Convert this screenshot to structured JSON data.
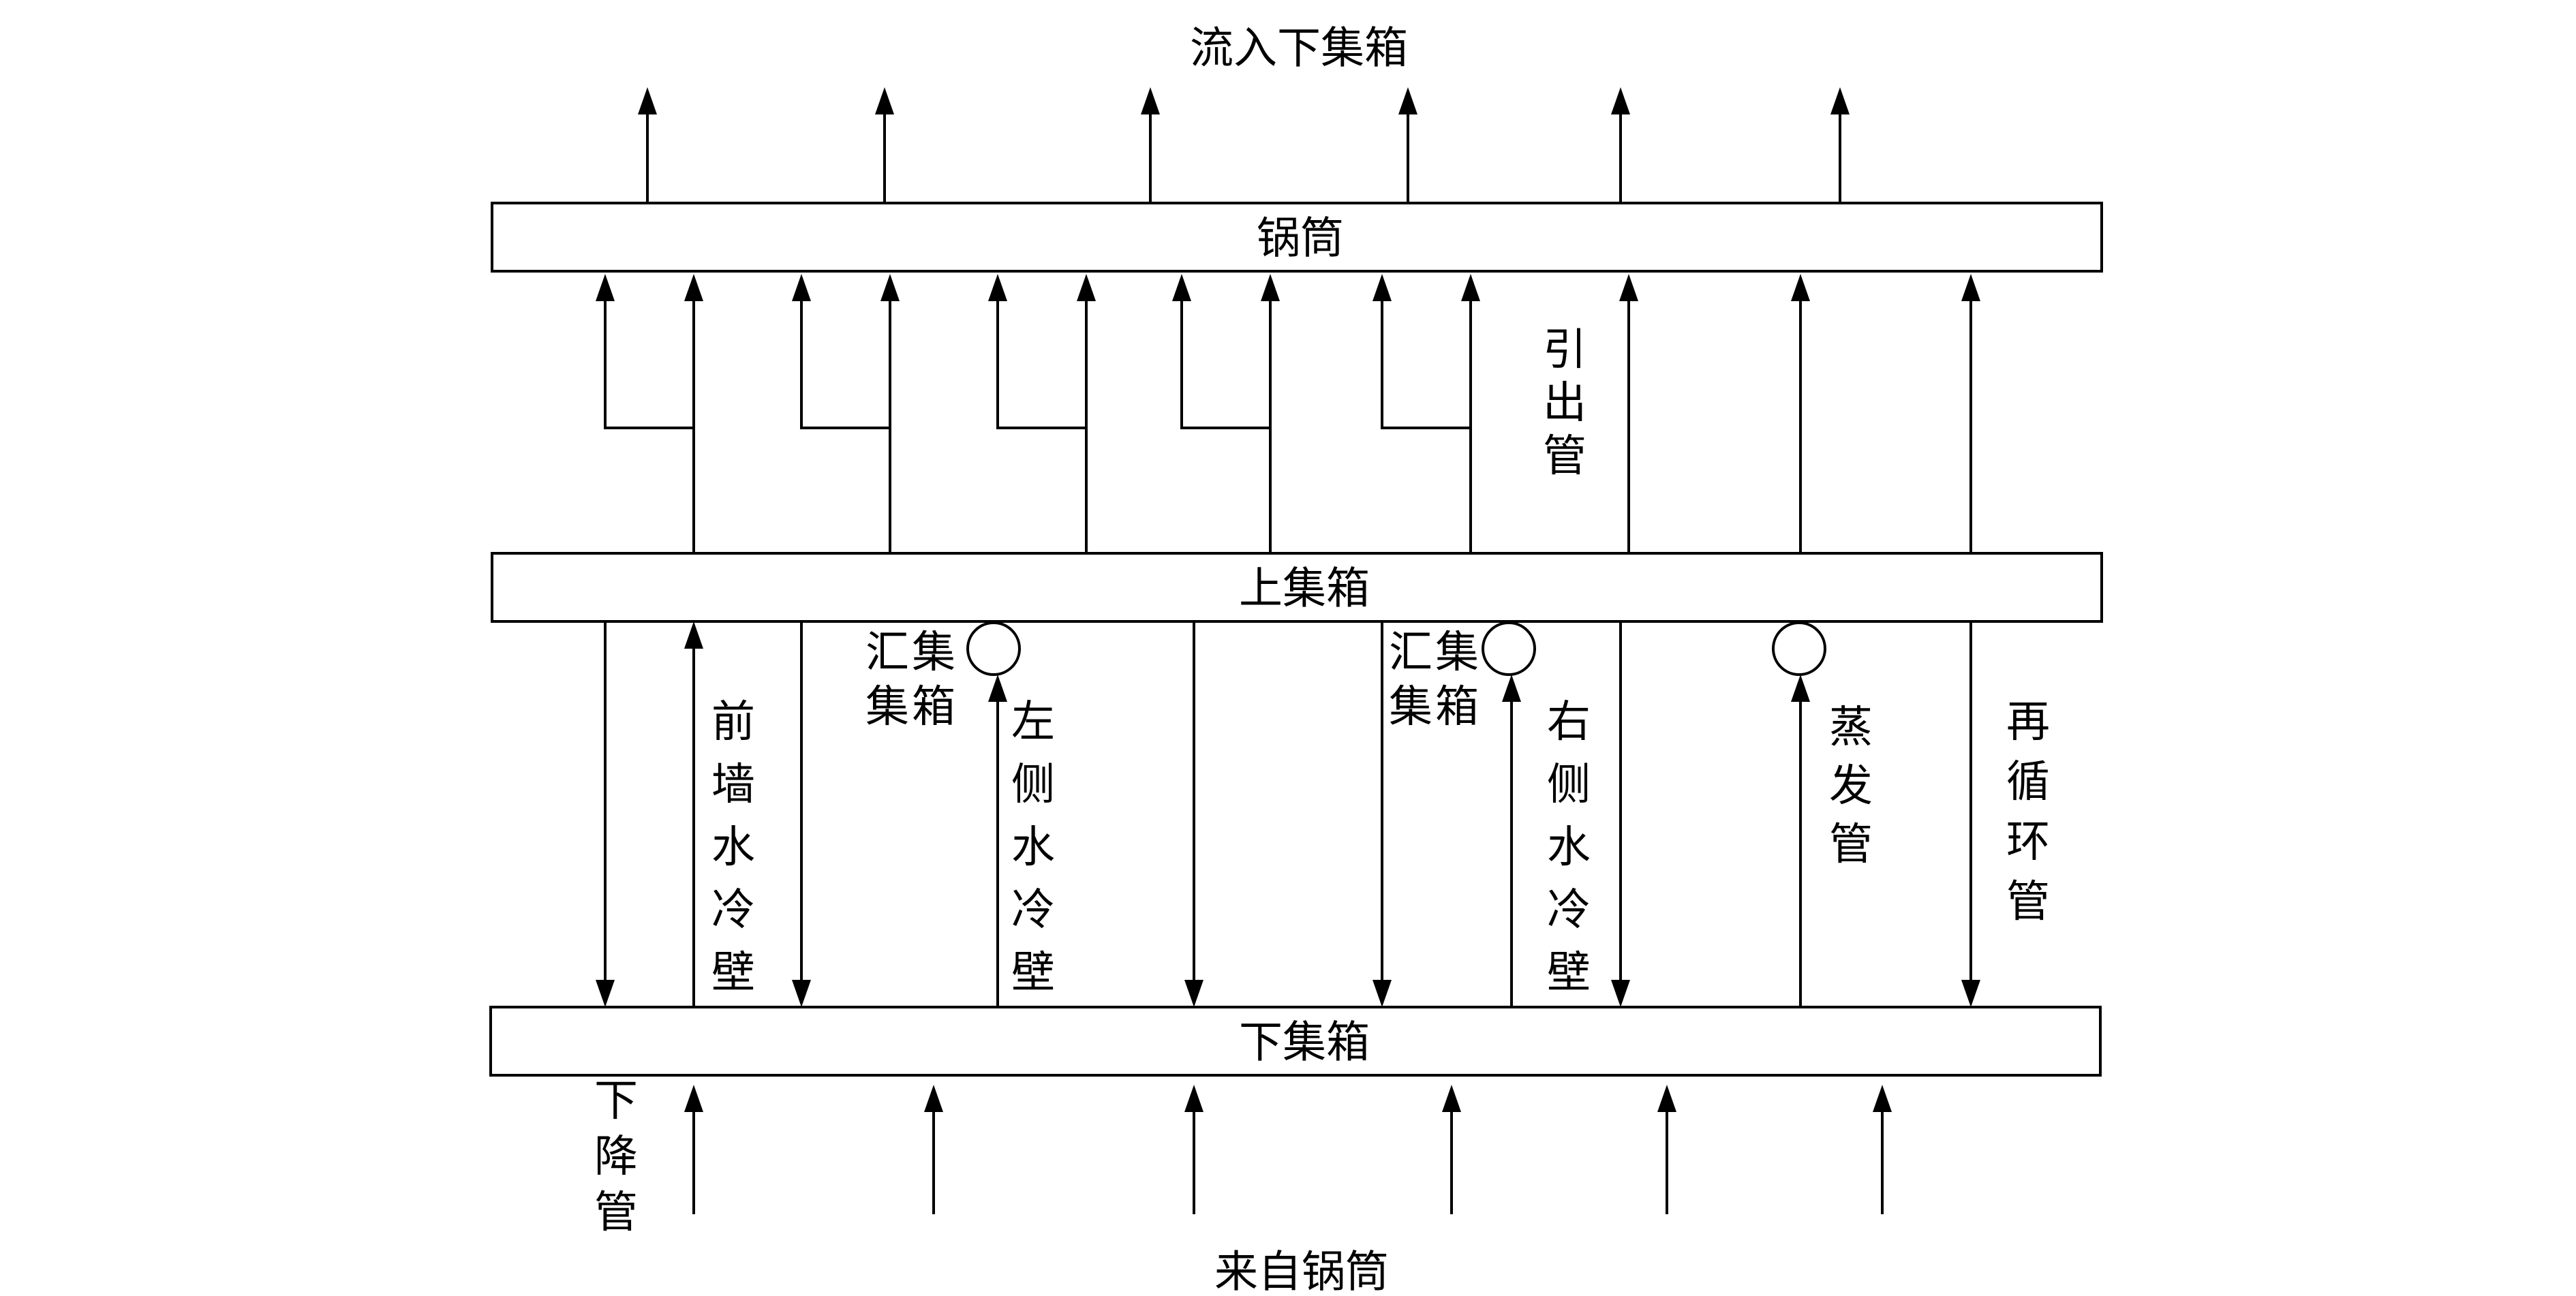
{
  "boxes": {
    "drum": "锅筒",
    "upper_header": "上集箱",
    "lower_header": "下集箱"
  },
  "labels": {
    "top_flow": "流入下集箱",
    "bottom_flow": "来自锅筒",
    "riser_out": "引出管",
    "front_wall": "前墙水冷壁",
    "left_wall": "左侧水冷壁",
    "right_wall": "右侧水冷壁",
    "evap_tube": "蒸发管",
    "recirc_tube": "再循环管",
    "downcomer": "下降管",
    "collect_left": "汇集集箱",
    "collect_mid": "汇集集箱"
  }
}
